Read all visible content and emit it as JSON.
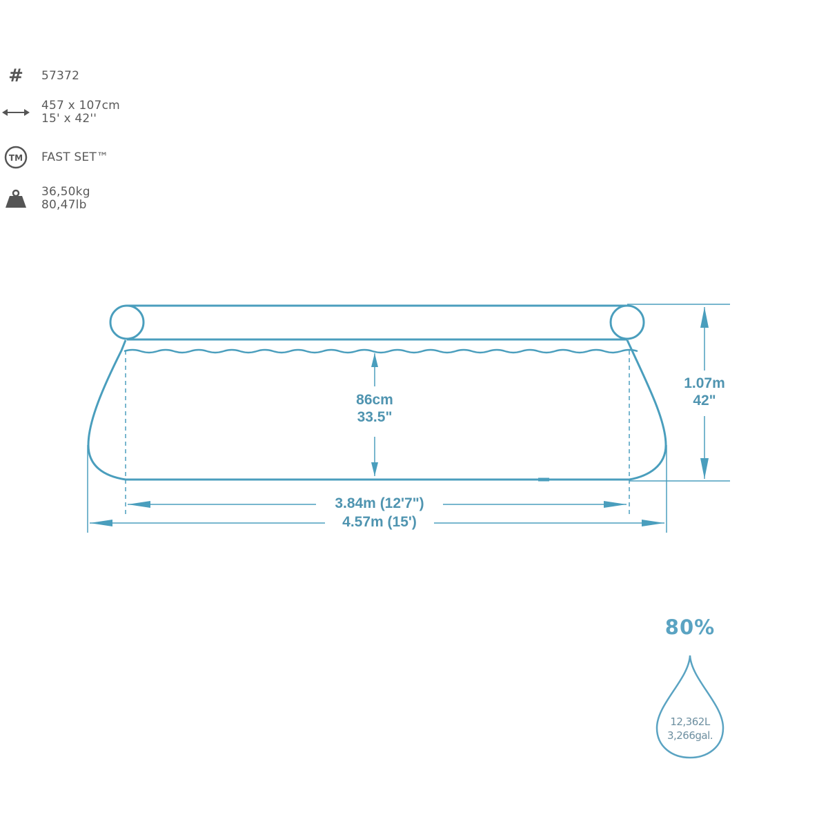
{
  "specs": {
    "model": {
      "icon": "hash-icon",
      "value": "57372"
    },
    "size": {
      "icon": "double-arrow-icon",
      "metric": "457 x 107cm",
      "imperial": "15' x 42''"
    },
    "brand": {
      "icon": "trademark-icon",
      "icon_text": "TM",
      "value": "FAST SET™"
    },
    "weight": {
      "icon": "weight-icon",
      "metric": "36,50kg",
      "imperial": "80,47lb"
    }
  },
  "diagram": {
    "line_color": "#4a9ebd",
    "water_depth": {
      "metric": "86cm",
      "imperial": "33.5\""
    },
    "total_height": {
      "metric": "1.07m",
      "imperial": "42\""
    },
    "inner_width": "3.84m (12'7\")",
    "outer_width": "4.57m (15')"
  },
  "capacity": {
    "fill_percent": "80%",
    "liters": "12,362L",
    "gallons": "3,266gal.",
    "accent_color": "#5aa3c2"
  }
}
